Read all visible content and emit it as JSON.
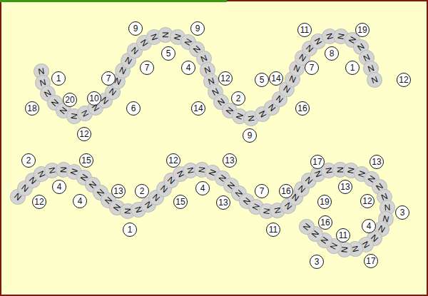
{
  "diagram": {
    "nodes": [
      {
        "text": [
          "1"
        ]
      },
      {
        "text": [
          "18"
        ]
      },
      {
        "text": [
          "20"
        ]
      },
      {
        "text": [
          "12"
        ]
      },
      {
        "text": [
          "10"
        ]
      },
      {
        "text": [
          "7"
        ]
      },
      {
        "text": [
          "6"
        ]
      },
      {
        "text": [
          "7"
        ]
      },
      {
        "text": [
          "9"
        ]
      },
      {
        "text": [
          "5"
        ]
      },
      {
        "text": [
          "9"
        ]
      },
      {
        "text": [
          "4"
        ]
      },
      {
        "text": [
          "12"
        ]
      },
      {
        "text": [
          "14"
        ]
      },
      {
        "text": [
          "2"
        ]
      },
      {
        "text": [
          "9"
        ]
      },
      {
        "text": [
          "5"
        ]
      },
      {
        "text": [
          "14"
        ]
      },
      {
        "text": [
          "16"
        ]
      },
      {
        "text": [
          "7"
        ]
      },
      {
        "text": [
          "11"
        ]
      },
      {
        "text": [
          "8"
        ]
      },
      {
        "text": [
          "19"
        ]
      },
      {
        "text": [
          "1"
        ]
      },
      {
        "text": [
          "12"
        ]
      },
      {
        "text": [
          "2"
        ]
      },
      {
        "text": [
          "12"
        ]
      },
      {
        "text": [
          "4"
        ]
      },
      {
        "text": [
          "15"
        ]
      },
      {
        "text": [
          "4"
        ]
      },
      {
        "text": [
          "13"
        ]
      },
      {
        "text": [
          "2"
        ]
      },
      {
        "text": [
          "1"
        ]
      },
      {
        "text": [
          "15"
        ]
      },
      {
        "text": [
          "12"
        ]
      },
      {
        "text": [
          "4"
        ]
      },
      {
        "text": [
          "13"
        ]
      },
      {
        "text": [
          "13"
        ]
      },
      {
        "text": [
          "7"
        ]
      },
      {
        "text": [
          "16"
        ]
      },
      {
        "text": [
          "11"
        ]
      },
      {
        "text": [
          "19"
        ]
      },
      {
        "text": [
          "17"
        ]
      },
      {
        "text": [
          "13"
        ]
      },
      {
        "text": [
          "13"
        ]
      },
      {
        "text": [
          "12"
        ]
      },
      {
        "text": [
          "3"
        ]
      },
      {
        "text": [
          "4"
        ]
      },
      {
        "text": [
          "17"
        ]
      },
      {
        "text": [
          "11"
        ]
      },
      {
        "text": [
          "16"
        ]
      },
      {
        "text": [
          "3"
        ]
      }
    ],
    "labels": [
      "N",
      "N",
      "N",
      "N",
      "N",
      "N",
      "N",
      "N",
      "N",
      "N",
      "N",
      "N",
      "N",
      "N",
      "N",
      "N",
      "N",
      "N",
      "N",
      "N",
      "N",
      "N",
      "N",
      "N",
      "N",
      "N",
      "N",
      "N",
      "N",
      "N",
      "N",
      "N",
      "N",
      "N",
      "N",
      "N",
      "N",
      "N",
      "N",
      "N",
      "N",
      "N",
      "N",
      "N",
      "N",
      "N",
      "N",
      "N",
      "N",
      "N",
      "N",
      "N",
      "N",
      "N",
      "N",
      "N",
      "N",
      "N",
      "N",
      "N",
      "N",
      "N",
      "N",
      "N",
      "N",
      "N",
      "N",
      "N",
      "N",
      "N",
      "N",
      "N",
      "N",
      "N",
      "N",
      "N",
      "N",
      "N",
      "N",
      "N",
      "N",
      "N",
      "N",
      "N",
      "N",
      "N",
      "N",
      "N",
      "N",
      "N",
      "N",
      "N",
      "N",
      "N",
      "N",
      "N"
    ]
  }
}
